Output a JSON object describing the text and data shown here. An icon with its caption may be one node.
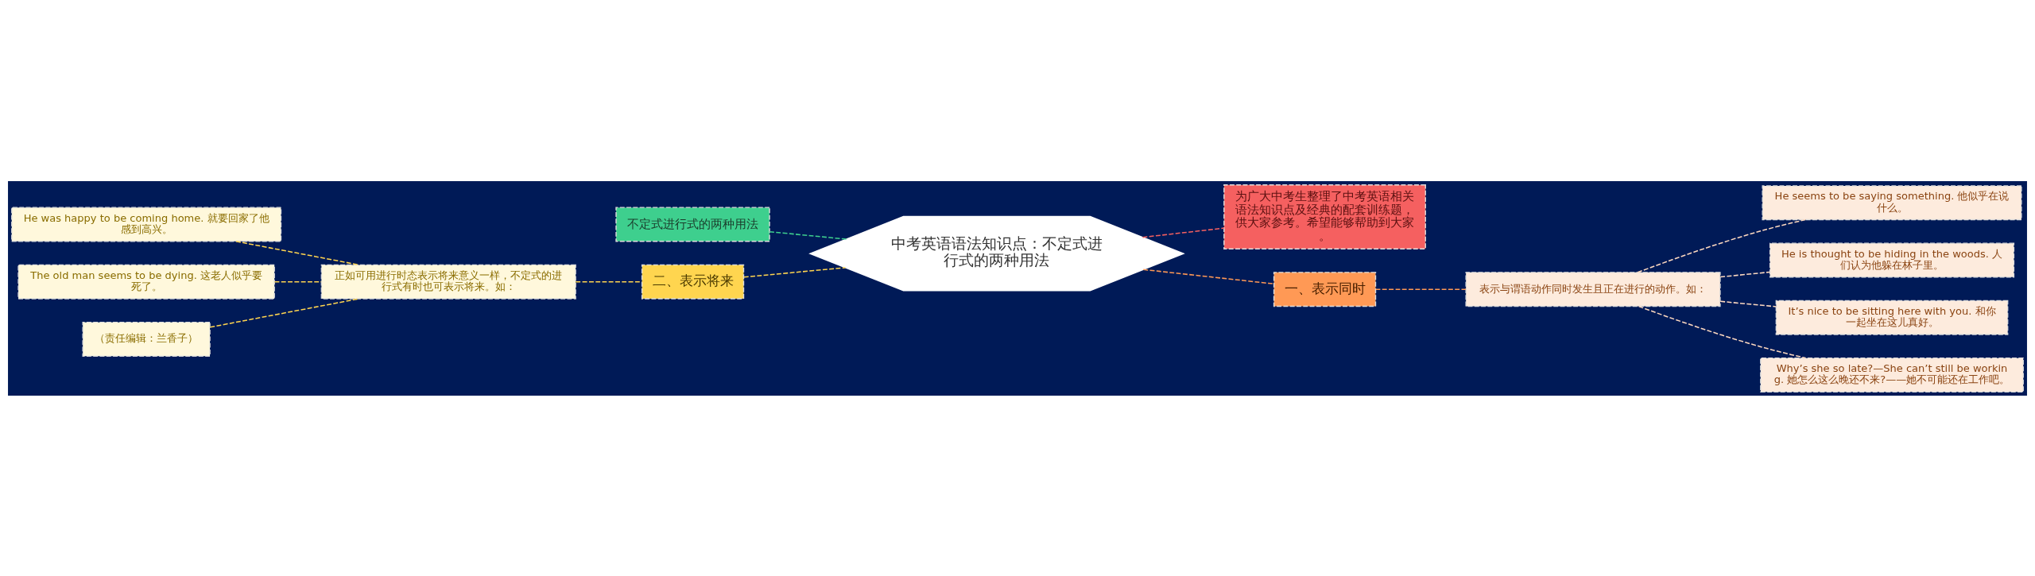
{
  "diagram": {
    "nodes": [
      {
        "text": [
          "中考英语语法知识点：不定式进行式的两种用法"
        ]
      },
      {
        "text": [
          "不定式进行式的两种用法"
        ]
      },
      {
        "text": [
          "二、表示将来"
        ]
      },
      {
        "text": [
          "正如可用进行时态表示将来意义一样，不定式的进行式有时也可表示将来。如："
        ]
      },
      {
        "text": [
          "He was happy to be coming home. 就要回家了他感到高兴。"
        ]
      },
      {
        "text": [
          "The old man seems to be dying. 这老人似乎要死了。"
        ]
      },
      {
        "text": [
          "（责任编辑：兰香子）"
        ]
      },
      {
        "text": [
          "为广大中考生整理了中考英语相关语法知识点及经典的配套训练题，供大家参考。希望能够帮助到大家。"
        ]
      },
      {
        "text": [
          "一、表示同时"
        ]
      },
      {
        "text": [
          "表示与谓语动作同时发生且正在进行的动作。如："
        ]
      },
      {
        "text": [
          "He seems to be saying something. 他似乎在说什么。"
        ]
      },
      {
        "text": [
          "He is thought to be hiding in the woods. 人们认为他躲在林子里。"
        ]
      },
      {
        "text": [
          "It’s nice to be sitting here with you. 和你一起坐在这儿真好。"
        ]
      },
      {
        "text": [
          "Why’s she so late?—She can’t still be working. 她怎么这么晚还不来?——她不可能还在工作吧。"
        ]
      }
    ],
    "edges": [
      {
        "from": 0,
        "to": 1,
        "arrow": "none",
        "style": "dashed",
        "color": "#3ecf8e"
      },
      {
        "from": 0,
        "to": 2,
        "arrow": "none",
        "style": "dashed",
        "color": "#ffd54f"
      },
      {
        "from": 2,
        "to": 3,
        "arrow": "none",
        "style": "dashed",
        "color": "#ffd54f"
      },
      {
        "from": 3,
        "to": 4,
        "arrow": "none",
        "style": "dashed",
        "color": "#ffd54f"
      },
      {
        "from": 3,
        "to": 5,
        "arrow": "none",
        "style": "dashed",
        "color": "#ffd54f"
      },
      {
        "from": 3,
        "to": 6,
        "arrow": "none",
        "style": "dashed",
        "color": "#ffd54f"
      },
      {
        "from": 0,
        "to": 7,
        "arrow": "none",
        "style": "dashed",
        "color": "#f56060"
      },
      {
        "from": 0,
        "to": 8,
        "arrow": "none",
        "style": "dashed",
        "color": "#ff9955"
      },
      {
        "from": 8,
        "to": 9,
        "arrow": "none",
        "style": "dashed",
        "color": "#ff9955"
      },
      {
        "from": 9,
        "to": 10,
        "arrow": "none",
        "style": "dashed",
        "color": "#fdd9c0"
      },
      {
        "from": 9,
        "to": 11,
        "arrow": "none",
        "style": "dashed",
        "color": "#fdd9c0"
      },
      {
        "from": 9,
        "to": 12,
        "arrow": "none",
        "style": "dashed",
        "color": "#fdd9c0"
      },
      {
        "from": 9,
        "to": 13,
        "arrow": "none",
        "style": "dashed",
        "color": "#fdd9c0"
      }
    ]
  }
}
